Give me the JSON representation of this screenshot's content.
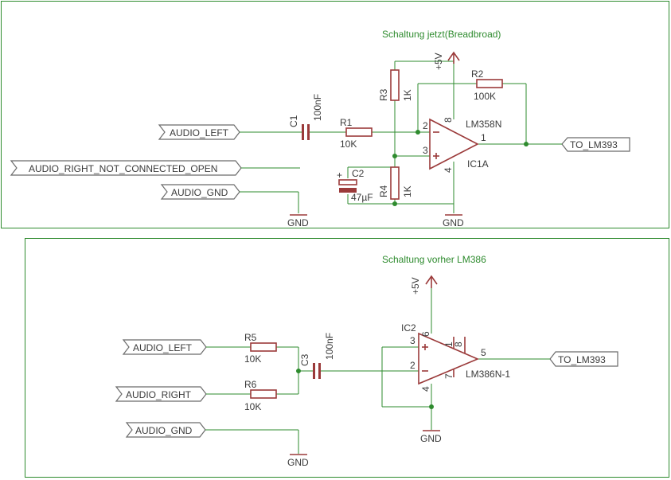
{
  "top": {
    "title": "Schaltung jetzt(Breadbroad)",
    "ports": {
      "audio_left": "AUDIO_LEFT",
      "audio_right": "AUDIO_RIGHT_NOT_CONNECTED_OPEN",
      "audio_gnd": "AUDIO_GND",
      "to_lm393": "TO_LM393"
    },
    "c1": {
      "name": "C1",
      "value": "100nF"
    },
    "r1": {
      "name": "R1",
      "value": "10K"
    },
    "r2": {
      "name": "R2",
      "value": "100K"
    },
    "r3": {
      "name": "R3",
      "value": "1K"
    },
    "r4": {
      "name": "R4",
      "value": "1K"
    },
    "c2": {
      "name": "C2",
      "value": "47µF"
    },
    "opamp": {
      "part": "LM358N",
      "name": "IC1A",
      "pin_in_minus": "2",
      "pin_in_plus": "3",
      "pin_out": "1",
      "pin_vcc": "8",
      "pin_gnd": "4"
    },
    "supply": "+5V",
    "gnd_label": "GND"
  },
  "bottom": {
    "title": "Schaltung vorher LM386",
    "ports": {
      "audio_left": "AUDIO_LEFT",
      "audio_right": "AUDIO_RIGHT",
      "audio_gnd": "AUDIO_GND",
      "to_lm393": "TO_LM393"
    },
    "r5": {
      "name": "R5",
      "value": "10K"
    },
    "r6": {
      "name": "R6",
      "value": "10K"
    },
    "c3": {
      "name": "C3",
      "value": "100nF"
    },
    "amp": {
      "part": "LM386N-1",
      "name": "IC2",
      "pin_in_plus": "3",
      "pin_in_minus": "2",
      "pin_out": "5",
      "pin_vcc": "6",
      "pin_gnd": "4",
      "pin_1": "1",
      "pin_8": "8",
      "pin_7": "7"
    },
    "supply": "+5V",
    "gnd_label": "GND"
  }
}
